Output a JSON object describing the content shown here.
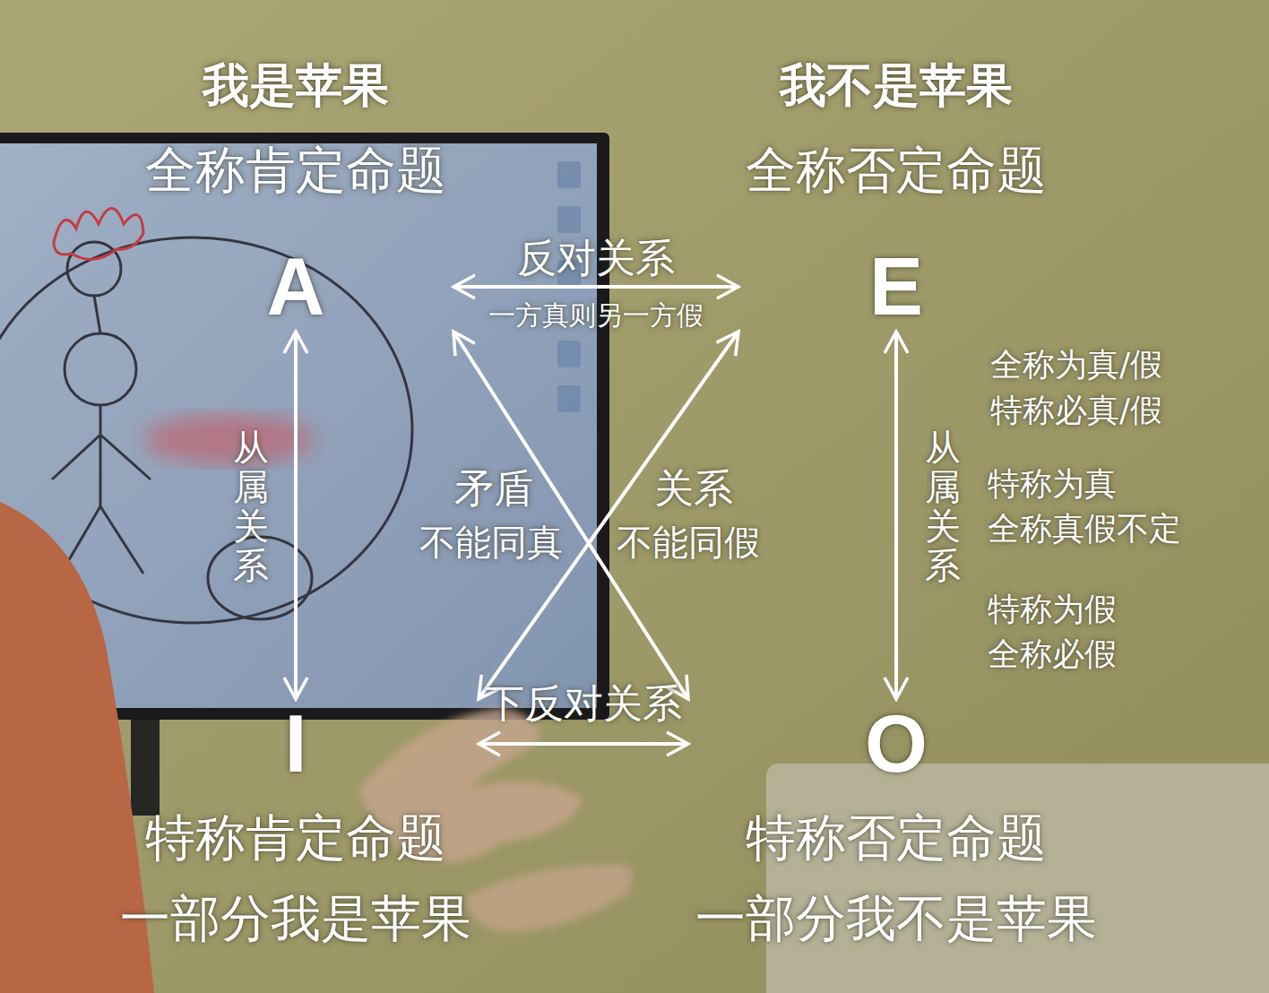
{
  "diagram": {
    "nodes": [
      {
        "text": [
          "我是苹果",
          "全称肯定命题",
          "A"
        ]
      },
      {
        "text": [
          "我不是苹果",
          "全称否定命题",
          "E"
        ]
      },
      {
        "text": [
          "I",
          "特称肯定命题",
          "一部分我是苹果"
        ]
      },
      {
        "text": [
          "O",
          "特称否定命题",
          "一部分我不是苹果"
        ]
      }
    ],
    "edges": [
      {
        "from": 0,
        "to": 1,
        "arrow": "both",
        "label": "反对关系"
      },
      {
        "from": 0,
        "to": 2,
        "arrow": "both",
        "label": "从属关系"
      },
      {
        "from": 1,
        "to": 3,
        "arrow": "both",
        "label": "从属关系"
      },
      {
        "from": 2,
        "to": 3,
        "arrow": "both",
        "label": "下反对关系"
      },
      {
        "from": 0,
        "to": 3,
        "arrow": "both"
      },
      {
        "from": 1,
        "to": 2,
        "arrow": "both"
      }
    ],
    "labels": [
      "一方真则另一方假",
      "矛盾",
      "关系",
      "不能同真",
      "不能同假",
      "全称为真/假",
      "特称必真/假",
      "特称为真",
      "全称真假不定",
      "特称为假",
      "全称必假"
    ]
  }
}
